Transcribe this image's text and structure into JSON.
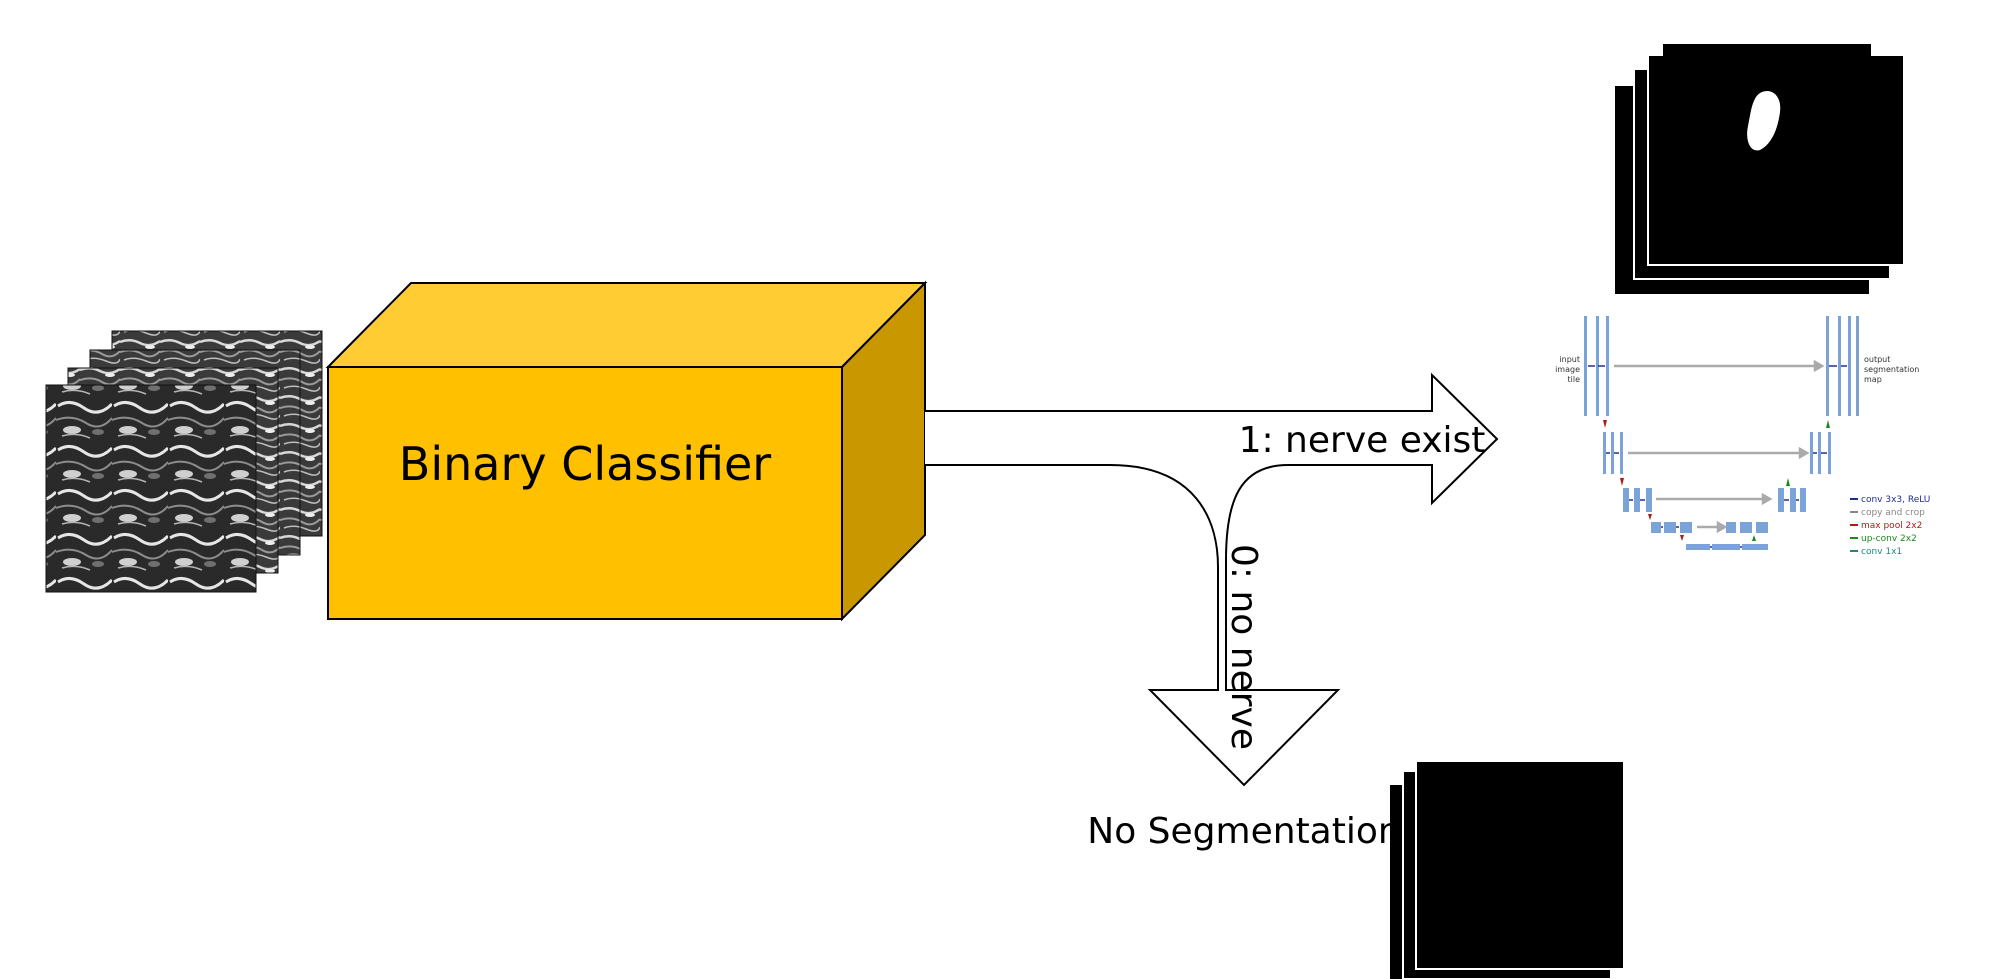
{
  "classifier": {
    "label": "Binary Classifier",
    "front_color": "#FFC000",
    "top_color": "#FFCC33",
    "side_color": "#C99700"
  },
  "branches": {
    "positive": "1: nerve exist",
    "negative": "0: no nerve"
  },
  "no_segmentation": "No Segmentation",
  "unet": {
    "input_label_1": "input",
    "input_label_2": "image",
    "input_label_3": "tile",
    "output_label_1": "output",
    "output_label_2": "segmentation",
    "output_label_3": "map",
    "legend": [
      {
        "text": "conv 3x3, ReLU",
        "color": "#1f2f8f"
      },
      {
        "text": "copy and crop",
        "color": "#888888"
      },
      {
        "text": "max pool 2x2",
        "color": "#b01919"
      },
      {
        "text": "up-conv 2x2",
        "color": "#1a8a1a"
      },
      {
        "text": "conv 1x1",
        "color": "#1a8a7a"
      }
    ],
    "feature_color": "#7ba3d8"
  }
}
